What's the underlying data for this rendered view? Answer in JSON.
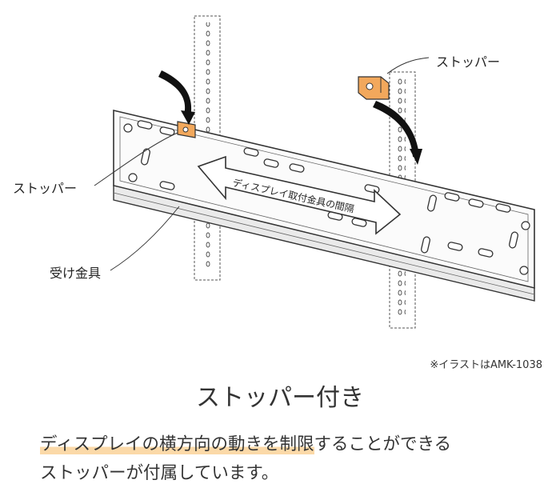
{
  "diagram": {
    "stopper_label_right": "ストッパー",
    "stopper_label_left": "ストッパー",
    "bracket_label": "受け金具",
    "gap_label": "ディスプレイ取付金具の間隔",
    "colors": {
      "stopper": "#f2a85c",
      "highlight": "#fbd9a8"
    }
  },
  "caption": "※イラストはAMK-1038",
  "heading": "ストッパー付き",
  "body": {
    "line1_highlight": "ディスプレイの横方向の動きを制限",
    "line1_rest": "することができる",
    "line2": "ストッパーが付属しています。"
  }
}
